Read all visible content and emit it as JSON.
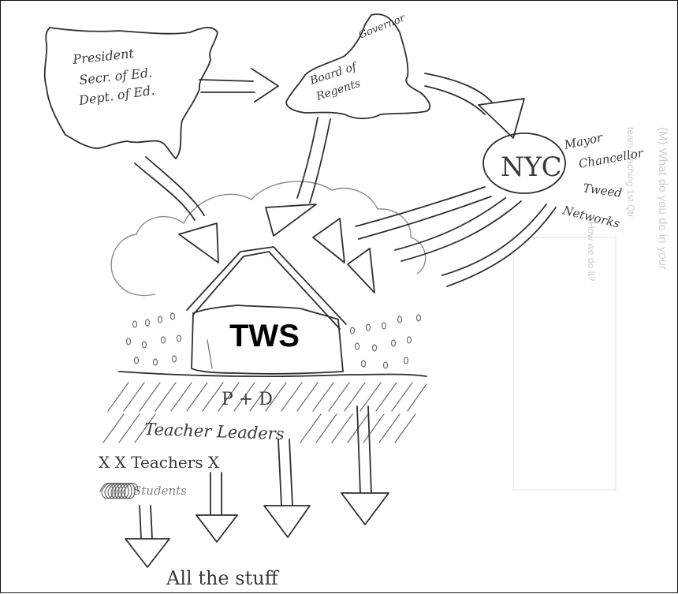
{
  "usa": {
    "lines": [
      "President",
      "Secr. of Ed.",
      "Dept. of Ed."
    ]
  },
  "nys": {
    "governor": "Governor",
    "regents_lines": [
      "Board of",
      "Regents"
    ]
  },
  "nyc": {
    "label": "NYC",
    "entities": [
      "Mayor",
      "Chancellor",
      "Tweed",
      "Networks"
    ]
  },
  "school": {
    "label": "TWS"
  },
  "ground": {
    "pd": "P + D",
    "teacher_leaders": "Teacher Leaders",
    "teachers": "X X Teachers X",
    "students": "Students"
  },
  "footer": {
    "caption": "All the stuff"
  },
  "bleed_through": [
    "(M) What do you do in your",
    "team teaching 1st Qtr",
    "How we do it?"
  ],
  "colors": {
    "ink": "#2f2f2f",
    "paper": "#ffffff",
    "bleed": "#cfcfcf",
    "frame": "#111111"
  }
}
